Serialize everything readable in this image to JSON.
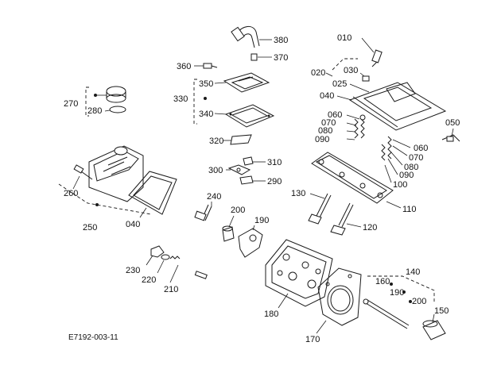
{
  "diagram_id": "E7192-003-11",
  "labels": {
    "p010": "010",
    "p020": "020",
    "p025": "025",
    "p030": "030",
    "p040a": "040",
    "p050": "050",
    "p060a": "060",
    "p070a": "070",
    "p080a": "080",
    "p090a": "090",
    "p060b": "060",
    "p070b": "070",
    "p080b": "080",
    "p090b": "090",
    "p100": "100",
    "p110": "110",
    "p120": "120",
    "p130": "130",
    "p140": "140",
    "p150": "150",
    "p160": "160",
    "p170": "170",
    "p180": "180",
    "p190a": "190",
    "p190b": "190",
    "p200a": "200",
    "p200b": "200",
    "p210": "210",
    "p220": "220",
    "p230": "230",
    "p240": "240",
    "p250": "250",
    "p260": "260",
    "p270": "270",
    "p280": "280",
    "p290": "290",
    "p300": "300",
    "p310": "310",
    "p320": "320",
    "p330": "330",
    "p340": "340",
    "p350": "350",
    "p360": "360",
    "p370": "370",
    "p380": "380",
    "p040b": "040"
  }
}
